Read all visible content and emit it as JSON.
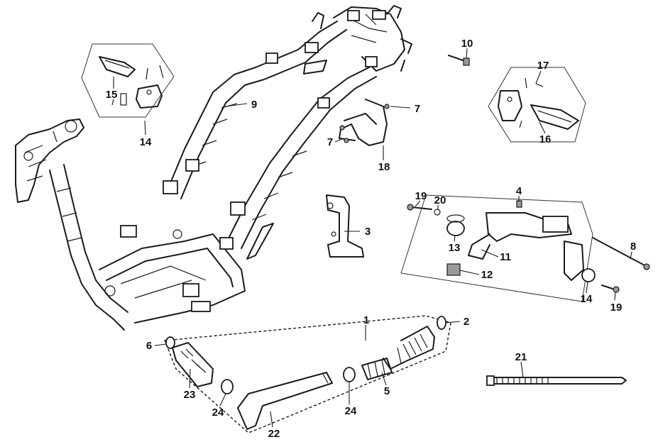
{
  "diagram": {
    "callouts": [
      {
        "id": "c10",
        "label": "10"
      },
      {
        "id": "c17",
        "label": "17"
      },
      {
        "id": "c9",
        "label": "9"
      },
      {
        "id": "c7a",
        "label": "7"
      },
      {
        "id": "c7b",
        "label": "7"
      },
      {
        "id": "c15",
        "label": "15"
      },
      {
        "id": "c14a",
        "label": "14"
      },
      {
        "id": "c16",
        "label": "16"
      },
      {
        "id": "c18",
        "label": "18"
      },
      {
        "id": "c19a",
        "label": "19"
      },
      {
        "id": "c20",
        "label": "20"
      },
      {
        "id": "c4",
        "label": "4"
      },
      {
        "id": "c3",
        "label": "3"
      },
      {
        "id": "c13",
        "label": "13"
      },
      {
        "id": "c11",
        "label": "11"
      },
      {
        "id": "c8",
        "label": "8"
      },
      {
        "id": "c12",
        "label": "12"
      },
      {
        "id": "c14b",
        "label": "14"
      },
      {
        "id": "c19b",
        "label": "19"
      },
      {
        "id": "c1",
        "label": "1"
      },
      {
        "id": "c2",
        "label": "2"
      },
      {
        "id": "c6",
        "label": "6"
      },
      {
        "id": "c21",
        "label": "21"
      },
      {
        "id": "c23",
        "label": "23"
      },
      {
        "id": "c5",
        "label": "5"
      },
      {
        "id": "c24a",
        "label": "24"
      },
      {
        "id": "c24b",
        "label": "24"
      },
      {
        "id": "c22",
        "label": "22"
      }
    ]
  }
}
